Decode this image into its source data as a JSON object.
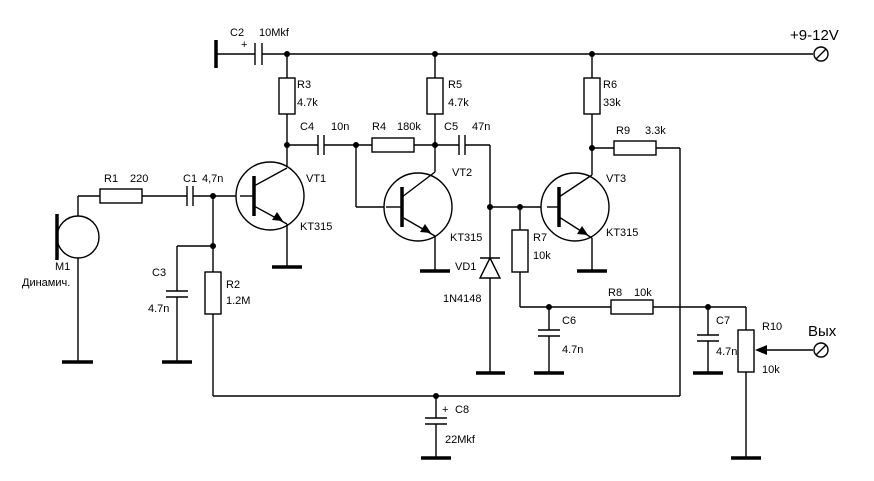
{
  "supply_label": "+9-12V",
  "output_label": "Вых",
  "components": {
    "C1": {
      "ref": "C1",
      "value": "4,7n"
    },
    "C2": {
      "ref": "C2",
      "value": "10Mkf",
      "polarity": "+"
    },
    "C3": {
      "ref": "C3",
      "value": "4.7n"
    },
    "C4": {
      "ref": "C4",
      "value": "10n"
    },
    "C5": {
      "ref": "C5",
      "value": "47n"
    },
    "C6": {
      "ref": "C6",
      "value": "4.7n"
    },
    "C7": {
      "ref": "C7",
      "value": "4.7n"
    },
    "C8": {
      "ref": "C8",
      "value": "22Mkf",
      "polarity": "+"
    },
    "R1": {
      "ref": "R1",
      "value": "220"
    },
    "R2": {
      "ref": "R2",
      "value": "1.2M"
    },
    "R3": {
      "ref": "R3",
      "value": "4.7k"
    },
    "R4": {
      "ref": "R4",
      "value": "180k"
    },
    "R5": {
      "ref": "R5",
      "value": "4.7k"
    },
    "R6": {
      "ref": "R6",
      "value": "33k"
    },
    "R7": {
      "ref": "R7",
      "value": "10k"
    },
    "R8": {
      "ref": "R8",
      "value": "10k"
    },
    "R9": {
      "ref": "R9",
      "value": "3.3k"
    },
    "R10": {
      "ref": "R10",
      "value": "10k"
    },
    "VT1": {
      "ref": "VT1",
      "value": "KT315"
    },
    "VT2": {
      "ref": "VT2",
      "value": "KT315"
    },
    "VT3": {
      "ref": "VT3",
      "value": "KT315"
    },
    "VD1": {
      "ref": "VD1",
      "value": "1N4148"
    },
    "M1": {
      "ref": "M1",
      "value": "Динамич."
    }
  }
}
